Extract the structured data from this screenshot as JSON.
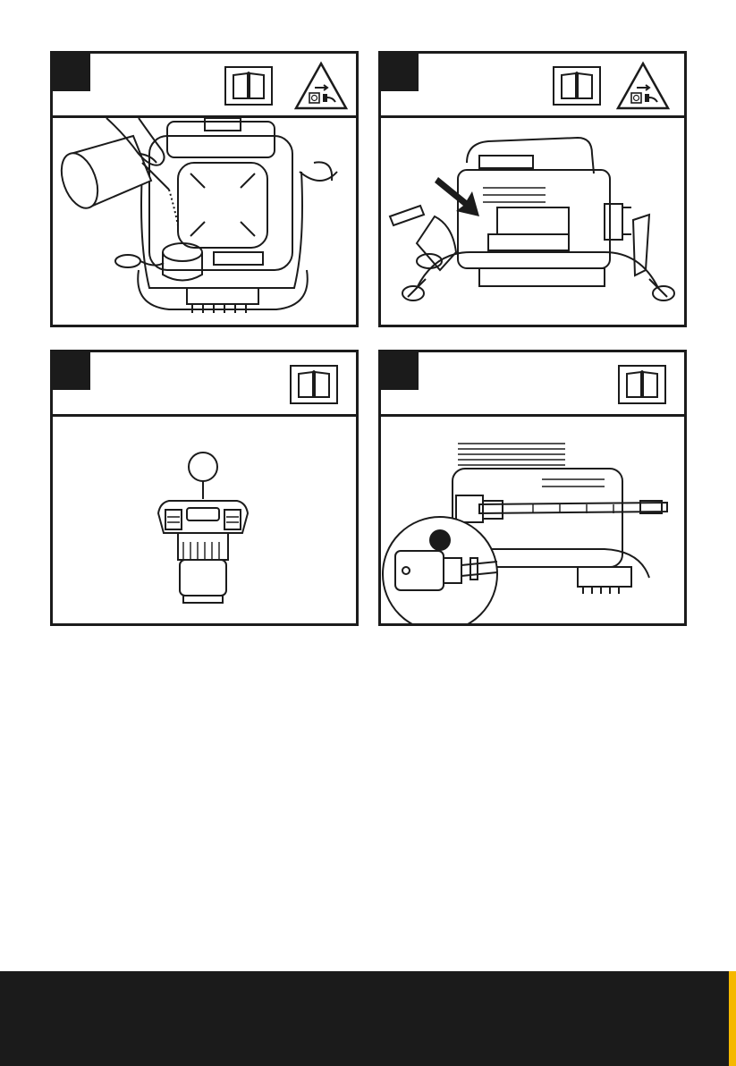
{
  "panels": [
    {
      "id": "step-1",
      "icons": [
        "manual-icon",
        "unplug-warning-icon"
      ],
      "illustration": "filling-detergent-tank-illustration"
    },
    {
      "id": "step-2",
      "icons": [
        "manual-icon",
        "unplug-warning-icon"
      ],
      "illustration": "inserting-detergent-tank-illustration"
    },
    {
      "id": "step-3",
      "icons": [
        "manual-icon"
      ],
      "illustration": "nozzle-detail-illustration"
    },
    {
      "id": "step-4",
      "icons": [
        "manual-icon"
      ],
      "illustration": "hose-connection-illustration"
    }
  ],
  "colors": {
    "ink": "#1b1b1b",
    "paper": "#ffffff",
    "accent": "#f5b800"
  }
}
